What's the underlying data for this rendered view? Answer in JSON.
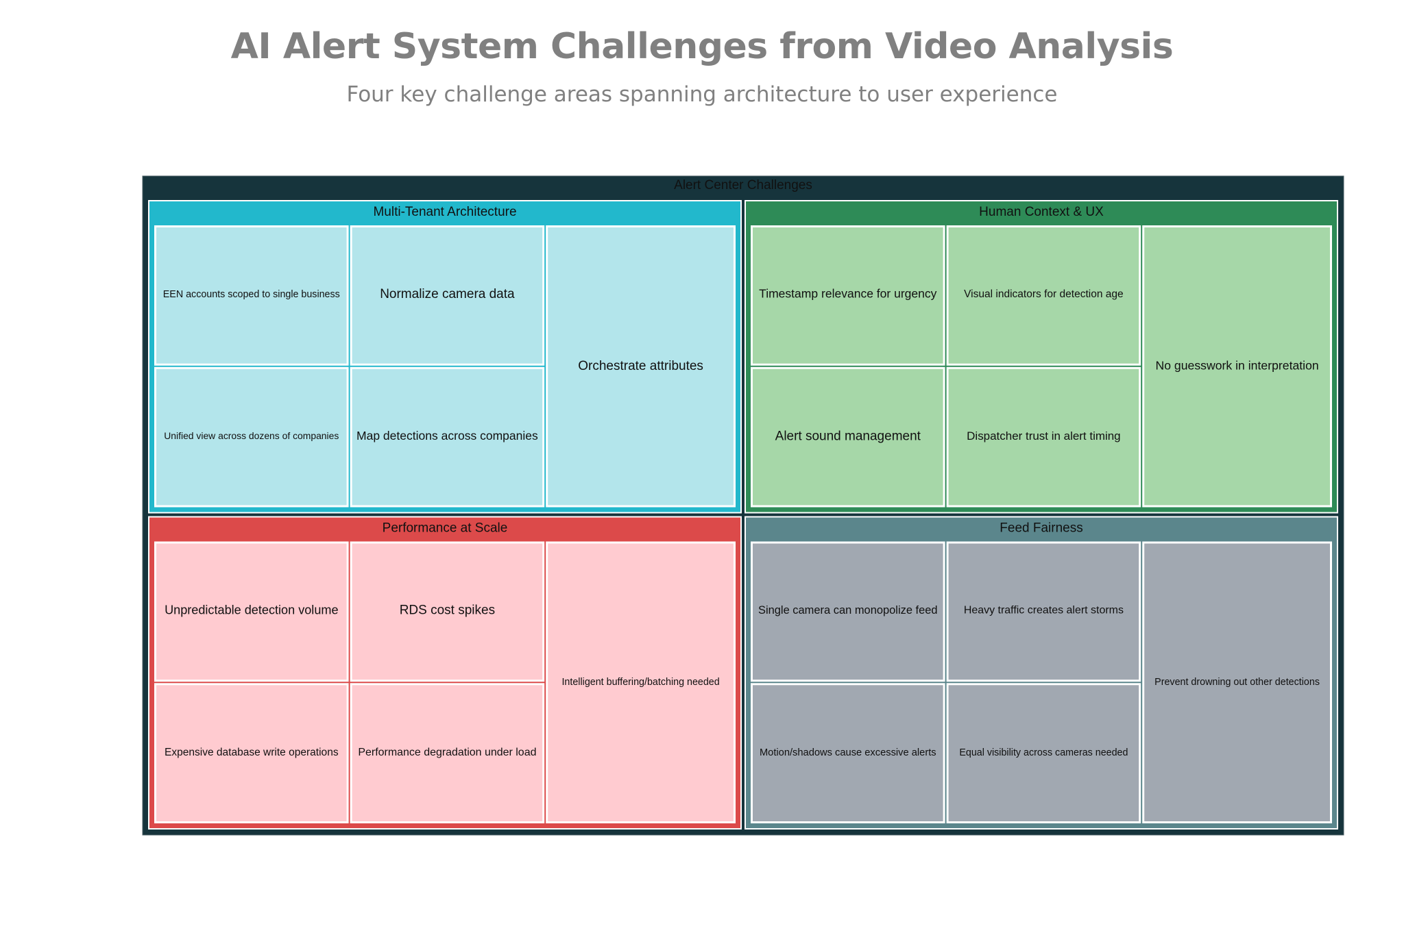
{
  "chart_data": {
    "type": "treemap",
    "title": "AI Alert System Challenges from Video Analysis",
    "subtitle": "Four key challenge areas spanning architecture to user experience",
    "root": {
      "label": "Alert Center Challenges",
      "color": "#16343c",
      "children": [
        {
          "label": "Multi-Tenant Architecture",
          "color": "#22b8cc",
          "leaf_color": "#b3e5eb",
          "children": [
            {
              "label": "EEN accounts scoped to single business",
              "value": 1
            },
            {
              "label": "Unified view across dozens of companies",
              "value": 1
            },
            {
              "label": "Normalize camera data",
              "value": 1
            },
            {
              "label": "Map detections across companies",
              "value": 1
            },
            {
              "label": "Orchestrate attributes",
              "value": 1
            }
          ]
        },
        {
          "label": "Human Context & UX",
          "color": "#2e8b57",
          "leaf_color": "#a6d7a8",
          "children": [
            {
              "label": "Timestamp relevance for urgency",
              "value": 1
            },
            {
              "label": "Alert sound management",
              "value": 1
            },
            {
              "label": "Visual indicators for detection age",
              "value": 1
            },
            {
              "label": "Dispatcher trust in alert timing",
              "value": 1
            },
            {
              "label": "No guesswork in interpretation",
              "value": 1
            }
          ]
        },
        {
          "label": "Performance at Scale",
          "color": "#dc4a4a",
          "leaf_color": "#ffcbd0",
          "children": [
            {
              "label": "Unpredictable detection volume",
              "value": 1
            },
            {
              "label": "Expensive database write operations",
              "value": 1
            },
            {
              "label": "RDS cost spikes",
              "value": 1
            },
            {
              "label": "Performance degradation under load",
              "value": 1
            },
            {
              "label": "Intelligent buffering/batching needed",
              "value": 1
            }
          ]
        },
        {
          "label": "Feed Fairness",
          "color": "#5b868c",
          "leaf_color": "#a1a8b1",
          "children": [
            {
              "label": "Single camera can monopolize feed",
              "value": 1
            },
            {
              "label": "Motion/shadows cause excessive alerts",
              "value": 1
            },
            {
              "label": "Heavy traffic creates alert storms",
              "value": 1
            },
            {
              "label": "Equal visibility across cameras needed",
              "value": 1
            },
            {
              "label": "Prevent drowning out other detections",
              "value": 1
            }
          ]
        }
      ]
    }
  }
}
